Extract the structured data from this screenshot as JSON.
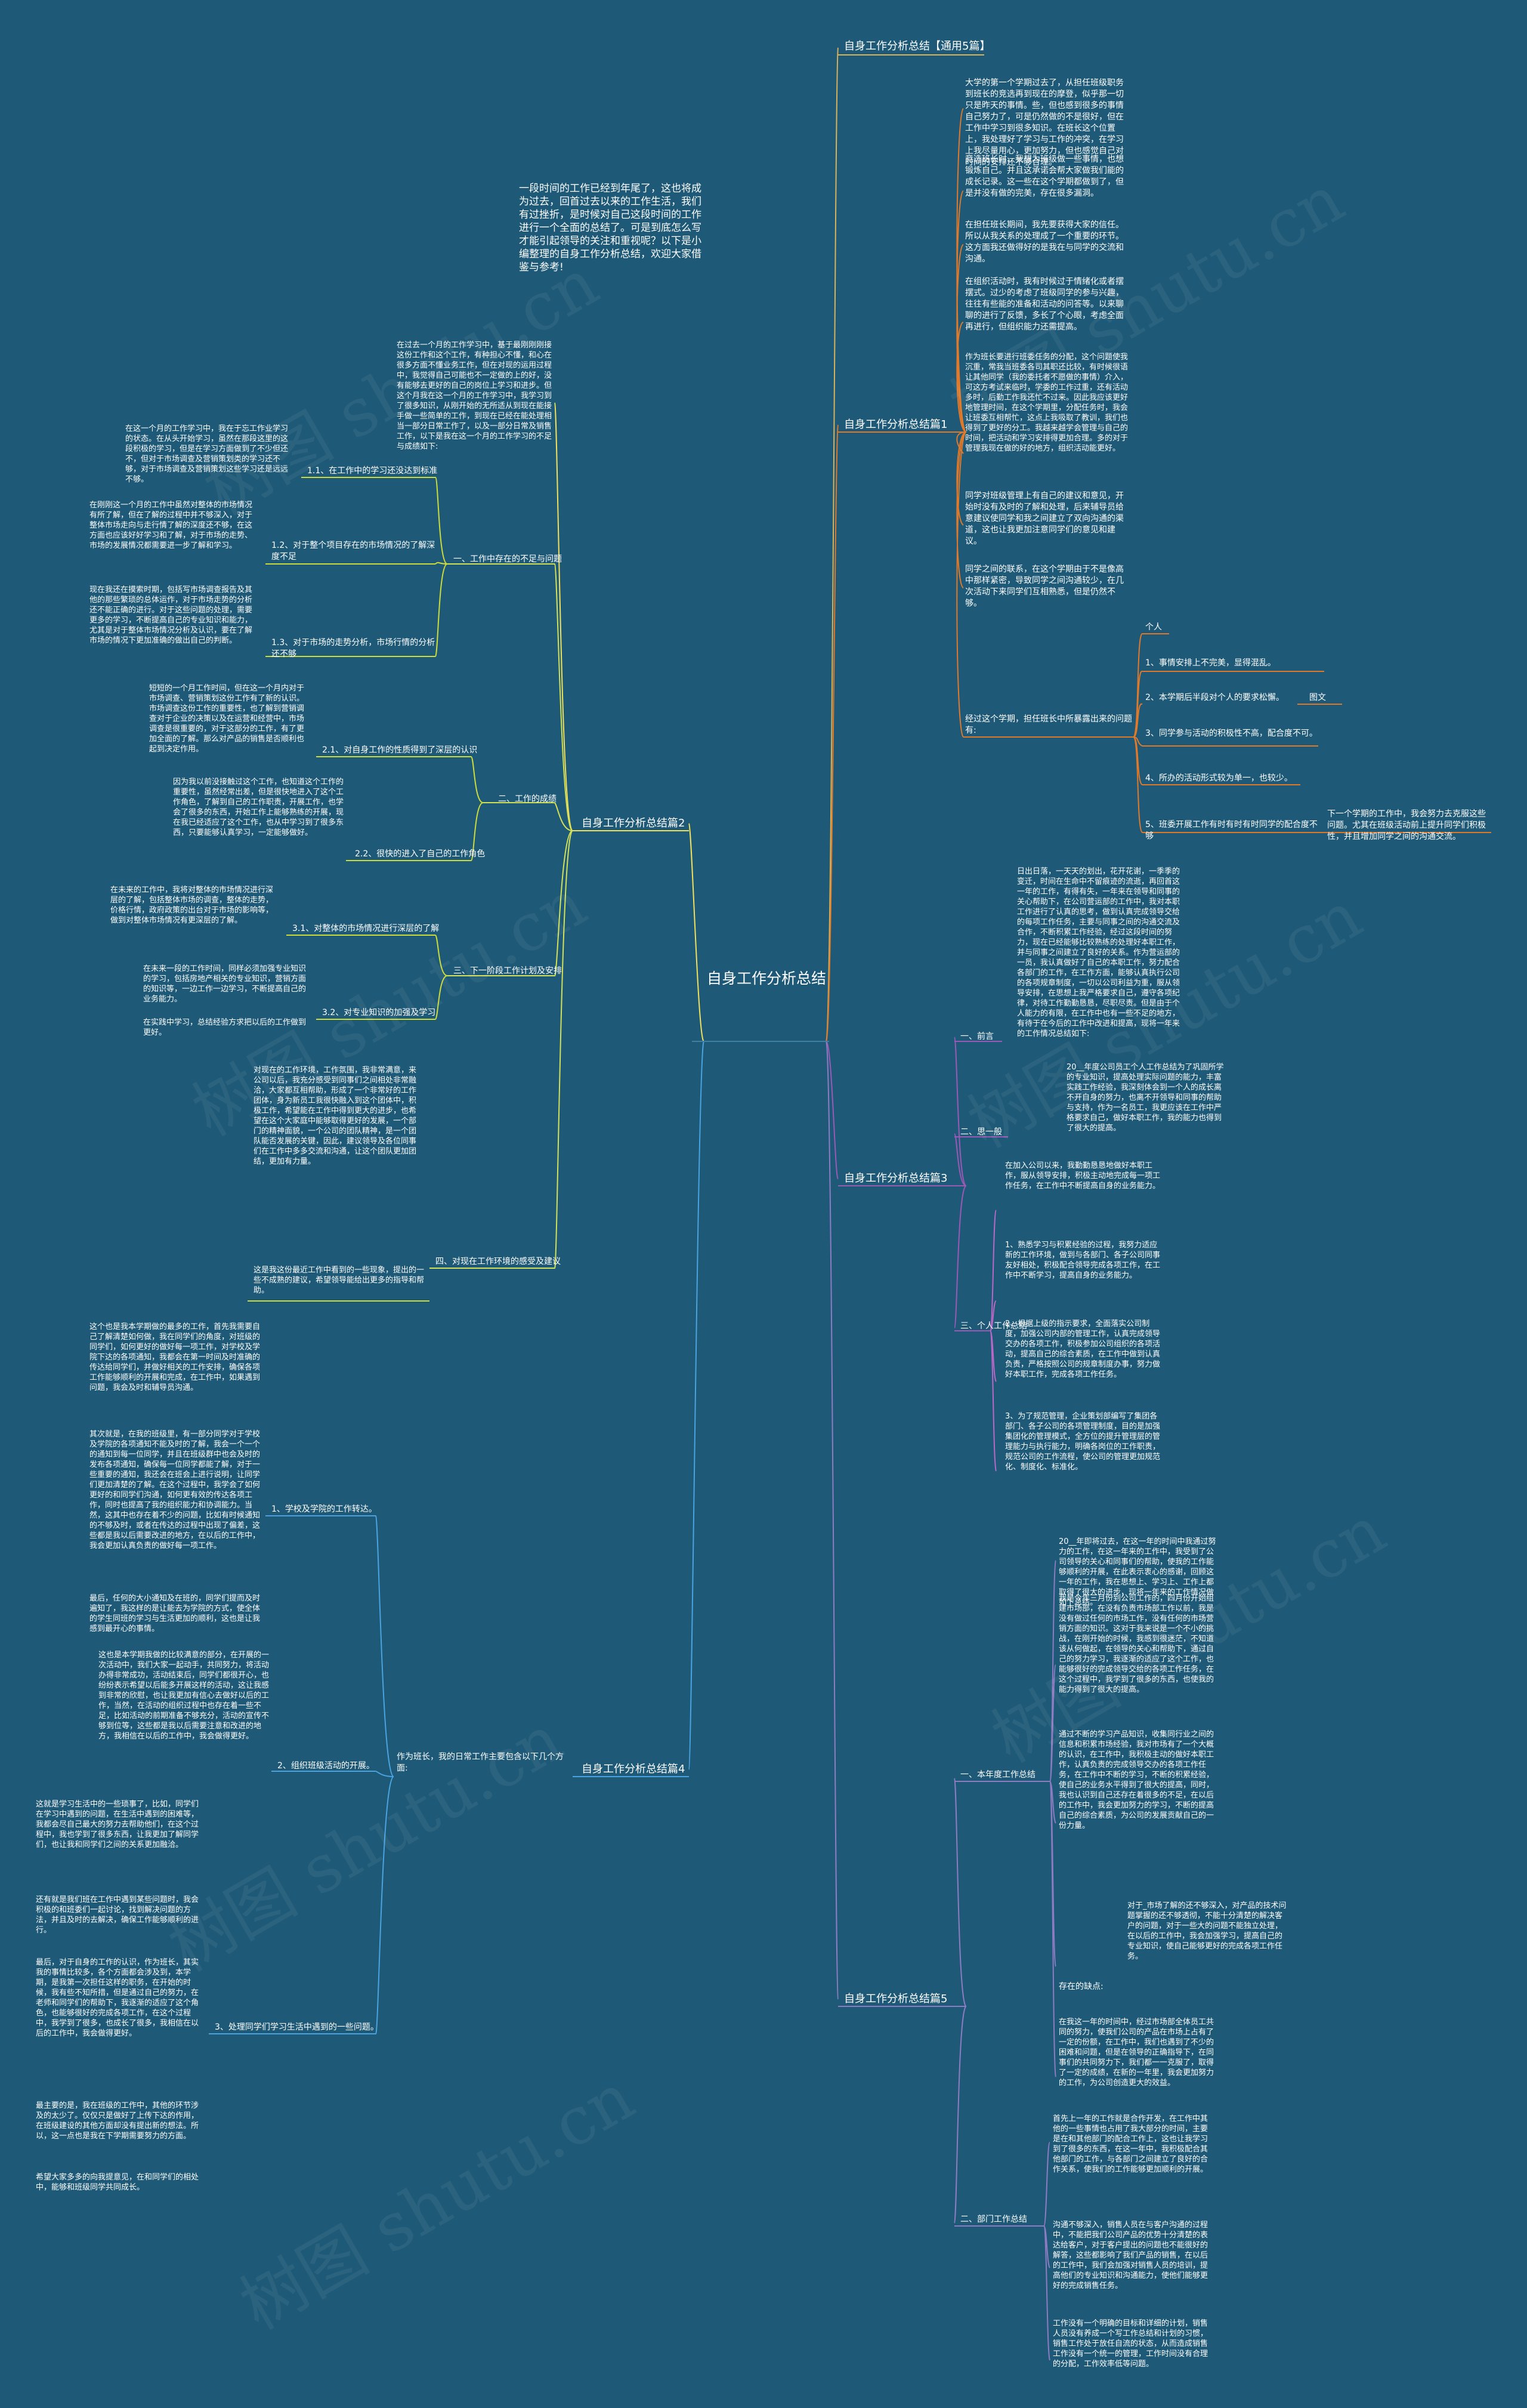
{
  "mindmap": {
    "root": "自身工作分析总结",
    "watermark": "树图 shutu.cn",
    "intro": "一段时间的工作已经到年尾了，这也将成为过去，回首过去以来的工作生活，我们有过挫折，是时候对自己这段时间的工作进行一个全面的总结了。可是到底怎么写才能引起领导的关注和重视呢？以下是小编整理的自身工作分析总结，欢迎大家借鉴与参考!",
    "topics": {
      "t0": "自身工作分析总结【通用5篇】",
      "t1": "自身工作分析总结篇1",
      "t2": "自身工作分析总结篇2",
      "t3": "自身工作分析总结篇3",
      "t4": "自身工作分析总结篇4",
      "t5": "自身工作分析总结篇5"
    },
    "p1": {
      "a": "大学的第一个学期过去了，从担任班级职务到班长的竞选再到现在的摩登，似乎那一切只是昨天的事情。些，但也感到很多的事情自己努力了，可是仍然做的不是很好，但在工作中学习到很多知识。在班长这个位置上，我处理好了学习与工作的冲突，在学习上我尽量用心，更加努力，但也感觉自己对时间的安排还不够合理。",
      "b": "竞选班长时，我想为班级做一些事情，也想锻炼自己。并且这承诺会帮大家做我们能的成长记录。这一些在这个学期都做到了，但是并没有做的完美，存在很多漏洞。",
      "c": "在担任班长期间，我先要获得大家的信任。所以从我关系的处理成了一个重要的环节。这方面我还做得好的是我在与同学的交流和沟通。",
      "d": "在组织活动时，我有时候过于情绪化或者摆摆式。过少的考虑了班级同学的参与兴趣，往往有些能的准备和活动的问答等。以来聊聊的进行了反馈，多长了个心眼，考虑全面再进行，但组织能力还需提高。",
      "e": "作为班长要进行班委任务的分配，这个问题使我沉重，常我当班委各司其职还比较，有时候很语让其他同学（我的委托者不愿做的事情）介入，可这方考试来临时，学委的工作过重，还有活动多时，后勤工作我还忙不过来。因此我应该更好地管理时间，在这个学期里，分配任务时，我会让班委互相帮忙，这点上我吸取了教训，我们也得到了更好的分工。我越来越学会管理与自己的时间，把活动和学习安排得更加合理。多的对于管理我现在做的好的地方，组织活动能更好。",
      "f": "同学对班级管理上有自己的建议和意见，开始时没有及时的了解和处理，后来辅导员给意建议使同学和我之间建立了双向沟通的渠道，这也让我更加注意同学们的意见和建议。",
      "g": "同学之间的联系，在这个学期由于不是像高中那样紧密，导致同学之间沟通较少，在几次活动下来同学们互相熟悉，但是仍然不够。",
      "h": "经过这个学期，担任班长中所暴露出来的问题有:",
      "h_label": "个人",
      "h1": "1、事情安排上不完美，显得混乱。",
      "h2": "2、本学期后半段对个人的要求松懈。",
      "h2b": "图文",
      "h3": "3、同学参与活动的积极性不高，配合度不可。",
      "h4": "4、所办的活动形式较为单一，也较少。",
      "h5": "5、班委开展工作有时有时有时同学的配合度不够",
      "h5b": "下一个学期的工作中，我会努力去克服这些问题。尤其在班级活动前上提升同学们积极性，并且增加同学之间的沟通交流。"
    },
    "p2": {
      "intro": "在过去一个月的工作学习中，基于最刚刚刚接这份工作和这个工作，有种担心不懂，和心在很多方面不懂业务工作，但在对现的运用过程中，我觉得自己可能也不一定做的上的好，没有能够去更好的自己的岗位上学习和进步。但这个月我在这一个月的工作学习中，我学习到了很多知识，从刚开始的无所适从到现在能接手做一些简单的工作，到现在已经在能处理相当一部分日常工作了，以及一部分日常及销售工作，以下是我在这一个月的工作学习的不足与成绩如下:",
      "s1": "一、工作中存在的不足与问题",
      "s11": "1.1、在工作中的学习还没达到标准",
      "s11t": "在这一个月的工作学习中，我在于忘工作业学习的状态。在从头开始学习，虽然在那段这里的这段积极的学习，但是在学习方面做到了不少但还不，但对于市场调查及营销策划类的学习还不够，对于市场调查及营销策划这些学习还是远远不够。",
      "s12": "1.2、对于整个项目存在的市场情况的了解深度不足",
      "s12t": "在刚刚这一个月的工作中虽然对整体的市场情况有所了解，但在了解的过程中并不够深入，对于整体市场走向与走行情了解的深度还不够，在这方面也应该好好学习和了解，对于市场的走势、市场的发展情况都需要进一步了解和学习。",
      "s13": "1.3、对于市场的走势分析，市场行情的分析还不够",
      "s13t": "现在我还在摸索时期，包括写市场调查报告及其他的那些繁琐的总体运作，对于市场走势的分析还不能正确的进行。对于这些问题的处理，需要更多的学习，不断提高自己的专业知识和能力，尤其是对于整体市场情况分析及认识，要在了解市场的情况下更加准确的做出自己的判断。",
      "s2": "二、工作的成绩",
      "s21": "2.1、对自身工作的性质得到了深层的认识",
      "s21t": "短短的一个月工作时间，但在这一个月内对于市场调查、营销策划这份工作有了新的认识。市场调查这份工作的重要性，也了解到营销调查对于企业的决策以及在运营和经营中，市场调查是很重要的，对于这部分的工作，有了更加全面的了解。那么对产品的销售是否顺利也起到决定作用。",
      "s22": "2.2、很快的进入了自己的工作角色",
      "s22t": "因为我以前没接触过这个工作，也知道这个工作的重要性，虽然经常出差，但是很快地进入了这个工作角色，了解到自己的工作职责，开展工作，也学会了很多的东西，开始工作上能够熟练的开展，现在我已经适应了这个工作，也从中学习到了很多东西，只要能够认真学习，一定能够做好。",
      "s3": "三、下一阶段工作计划及安排",
      "s31": "3.1、对整体的市场情况进行深层的了解",
      "s31t": "在未来的工作中，我将对整体的市场情况进行深层的了解，包括整体市场的调查，整体的走势，价格行情，政府政策的出台对于市场的影响等，做到对整体市场情况有更深层的了解。",
      "s32": "3.2、对专业知识的加强及学习",
      "s32t": "在未来一段的工作时间，同样必须加强专业知识的学习，包括房地产相关的专业知识，营销方面的知识等，一边工作一边学习，不断提高自己的业务能力。",
      "s33t": "在实践中学习，总结经验方求把以后的工作做到更好。",
      "s4": "四、对现在工作环境的感受及建议",
      "s4t": "对现在的工作环境，工作氛围，我非常满意，来公司以后，我充分感受到同事们之间相处非常融洽，大家都互相帮助，形成了一个非常好的工作团体，身为新员工我很快融入到这个团体中，积极工作，希望能在工作中得到更大的进步，也希望在这个大家庭中能够取得更好的发展，一个部门的精神面貌，一个公司的团队精神，是一个团队能否发展的关键，因此，建议领导及各位同事们在工作中多多交流和沟通，让这个团队更加团结，更加有力量。",
      "s4b": "这是我这份最近工作中看到的一些现象，提出的一些不成熟的建议，希望领导能给出更多的指导和帮助。"
    },
    "p3": {
      "s1": "一、前言",
      "s1t": "日出日落，一天天的划出，花开花谢，一季季的变迁，时间在生命中不留痕迹的流逝，再回首这一年的工作，有得有失，一年来在领导和同事的关心帮助下，在公司营运部的工作中，我对本职工作进行了认真的思考，做到认真完成领导交给的每项工作任务，主要与同事之间的沟通交流及合作，不断积累工作经验，经过这段时间的努力，现在已经能够比较熟练的处理好本职工作，并与同事之间建立了良好的关系。作为营运部的一员，我认真做好了自己的本职工作，努力配合各部门的工作，在工作方面，能够认真执行公司的各项规章制度，一切以公司利益为重，服从领导安排，在思想上我严格要求自己，遵守各项纪律，对待工作勤勤恳恳，尽职尽责。但是由于个人能力的有限，在工作中也有一些不足的地方，有待于在今后的工作中改进和提高，现将一年来的工作情况总结如下:",
      "s2": "二、思一般",
      "s2t": "20__年度公司员工个人工作总结为了巩固所学的专业知识，提高处理实际问题的能力，丰富实践工作经验，我深刻体会到一个人的成长离不开自身的努力，也离不开领导和同事的帮助与支持，作为一名员工，我更应该在工作中严格要求自己，做好本职工作，我的能力也得到了很大的提高。",
      "s3": "三、个人工作总结",
      "s3intro": "在加入公司以来，我勤勤恳恳地做好本职工作，服从领导安排，积极主动地完成每一项工作任务，在工作中不断提高自身的业务能力。",
      "s31": "1、熟悉学习与积累经验的过程，我努力适应新的工作环境，做到与各部门、各子公司同事友好相处，积极配合领导完成各项工作，在工作中不断学习，提高自身的业务能力。",
      "s32": "2、根据上级的指示要求，全面落实公司制度，加强公司内部的管理工作，认真完成领导交办的各项工作，积极参加公司组织的各项活动，提高自己的综合素质，在工作中做到认真负责，严格按照公司的规章制度办事，努力做好本职工作，完成各项工作任务。",
      "s33": "3、为了规范管理，企业策划部编写了集团各部门、各子公司的各项管理制度，目的是加强集团化的管理模式，全方位的提升管理层的管理能力与执行能力，明确各岗位的工作职责，规范公司的工作流程，使公司的管理更加规范化、制度化、标准化。"
    },
    "p4": {
      "intro": "作为班长，我的日常工作主要包含以下几个方面:",
      "s1": "1、学校及学院的工作转达。",
      "s1a": "这个也是我本学期做的最多的工作，首先我需要自己了解清楚如何做，我在同学们的角度，对班级的同学们，如何更好的做好每一项工作，对学校及学院下达的各项通知，我都会在第一时间及时准确的传达给同学们，并做好相关的工作安排，确保各项工作能够顺利的开展和完成，在工作中，如果遇到问题，我会及时和辅导员沟通。",
      "s1b": "其次就是，在我的班级里，有一部分同学对于学校及学院的各项通知不能及时的了解，我会一个一个的通知到每一位同学，并且在班级群中也会及时的发布各项通知，确保每一位同学都能了解，对于一些重要的通知，我还会在班会上进行说明，让同学们更加清楚的了解。在这个过程中，我学会了如何更好的和同学们沟通，如何更有效的传达各项工作，同时也提高了我的组织能力和协调能力。当然，这其中也存在着不少的问题，比如有时候通知的不够及时，或者在传达的过程中出现了偏差，这些都是我以后需要改进的地方，在以后的工作中，我会更加认真负责的做好每一项工作。",
      "s1c": "最后，任何的大小通知及在班的，同学们提而及时遍知了，我这样的是让能去为学院的方式，使全体的学生同班的学习与生活更加的顺利，这也是让我感到最开心的事情。",
      "s2": "2、组织班级活动的开展。",
      "s2t": "这也是本学期我做的比较满意的部分，在开展的一次活动中，我们大家一起动手，共同努力，将活动办得非常成功，活动结束后，同学们都很开心，也纷纷表示希望以后能多开展这样的活动，这让我感到非常的欣慰，也让我更加有信心去做好以后的工作，当然，在活动的组织过程中也存在着一些不足，比如活动的前期准备不够充分，活动的宣传不够到位等，这些都是我以后需要注意和改进的地方，我相信在以后的工作中，我会做得更好。",
      "s3": "3、处理同学们学习生活中遇到的一些问题。",
      "s3a": "这就是学习生活中的一些琐事了，比如，同学们在学习中遇到的问题，在生活中遇到的困难等，我都会尽自己最大的努力去帮助他们，在这个过程中，我也学到了很多东西，让我更加了解同学们，也让我和同学们之间的关系更加融洽。",
      "s3b": "还有就是我们班在工作中遇到某些问题时，我会积极的和班委们一起讨论，找到解决问题的方法，并且及时的去解决，确保工作能够顺利的进行。",
      "s3c": "最后，对于自身的工作的认识，作为班长，其实我的事情比较多，各个方面都会涉及到，本学期，是我第一次担任这样的职务，在开始的时候，我有些不知所措，但是通过自己的努力，在老师和同学们的帮助下，我逐渐的适应了这个角色，也能够很好的完成各项工作，在这个过程中，我学到了很多，也成长了很多，我相信在以后的工作中，我会做得更好。",
      "s3d": "最主要的是，我在班级的工作中，其他的环节涉及的太少了。仅仅只是做好了上传下达的作用，在班级建设的其他方面却没有提出新的想法。所以，这一点也是我在下学期需要努力的方面。",
      "s3e": "希望大家多多的向我提意见，在和同学们的相处中，能够和班级同学共同成长。"
    },
    "p5": {
      "s1": "一、本年度工作总结",
      "s1a": "20__年即将过去，在这一年的时间中我通过努力的工作，在这一年来的工作中，我受到了公司领导的关心和同事们的帮助，使我的工作能够顺利的开展，在此表示衷心的感谢，回顾这一年的工作，我在思想上、学习上、工作上都取得了很大的进步，现将一年来的工作情况做如下总结。",
      "s1b": "我是今年三月份到公司工作的，四月份开始组建市场部，在没有负责市场部工作以前，我是没有做过任何的市场工作，没有任何的市场营销方面的知识。这对于我来说是一个不小的挑战，在刚开始的时候，我感到很迷茫，不知道该从何做起，在领导的关心和帮助下，通过自己的努力学习，我逐渐的适应了这个工作，也能够很好的完成领导交给的各项工作任务，在这个过程中，我学到了很多的东西，也使我的能力得到了很大的提高。",
      "s1c": "通过不断的学习产品知识，收集同行业之间的信息和积累市场经验，我对市场有了一个大概的认识，在工作中，我积极主动的做好本职工作，认真负责的完成领导交办的各项工作任务，在工作中不断的学习，不断的积累经验，使自己的业务水平得到了很大的提高，同时，我也认识到自己还存在着很多的不足，在以后的工作中，我会更加努力的学习，不断的提高自己的综合素质，为公司的发展贡献自己的一份力量。",
      "s1d": "对于_市场了解的还不够深入，对产品的技术问题掌握的还不够透彻，不能十分清楚的解决客户的问题，对于一些大的问题不能独立处理，在以后的工作中，我会加强学习，提高自己的专业知识，使自己能够更好的完成各项工作任务。",
      "s1d_label": "存在的缺点:",
      "s1e": "在我这一年的时间中，经过市场部全体员工共同的努力，使我们公司的产品在市场上占有了一定的份额，在工作中，我们也遇到了不少的困难和问题，但是在领导的正确指导下，在同事们的共同努力下，我们都一一克服了，取得了一定的成绩，在新的一年里，我会更加努力的工作，为公司创造更大的效益。",
      "s2": "二、部门工作总结",
      "s2a": "首先上一年的工作就是合作开发，在工作中其他的一些事情也占用了我大部分的时间，主要是在和其他部门的配合工作上，这也让我学习到了很多的东西，在这一年中，我积极配合其他部门的工作，与各部门之间建立了良好的合作关系，使我们的工作能够更加顺利的开展。",
      "s2b": "沟通不够深入，销售人员在与客户沟通的过程中，不能把我们公司产品的优势十分清楚的表达给客户，对于客户提出的问题也不能很好的解答，这些都影响了我们产品的销售，在以后的工作中，我们会加强对销售人员的培训，提高他们的专业知识和沟通能力，使他们能够更好的完成销售任务。",
      "s2c": "工作没有一个明确的目标和详细的计划，销售人员没有养成一个写工作总结和计划的习惯，销售工作处于放任自流的状态，从而造成销售工作没有一个统一的管理，工作时间没有合理的分配，工作效率低等问题。"
    }
  }
}
